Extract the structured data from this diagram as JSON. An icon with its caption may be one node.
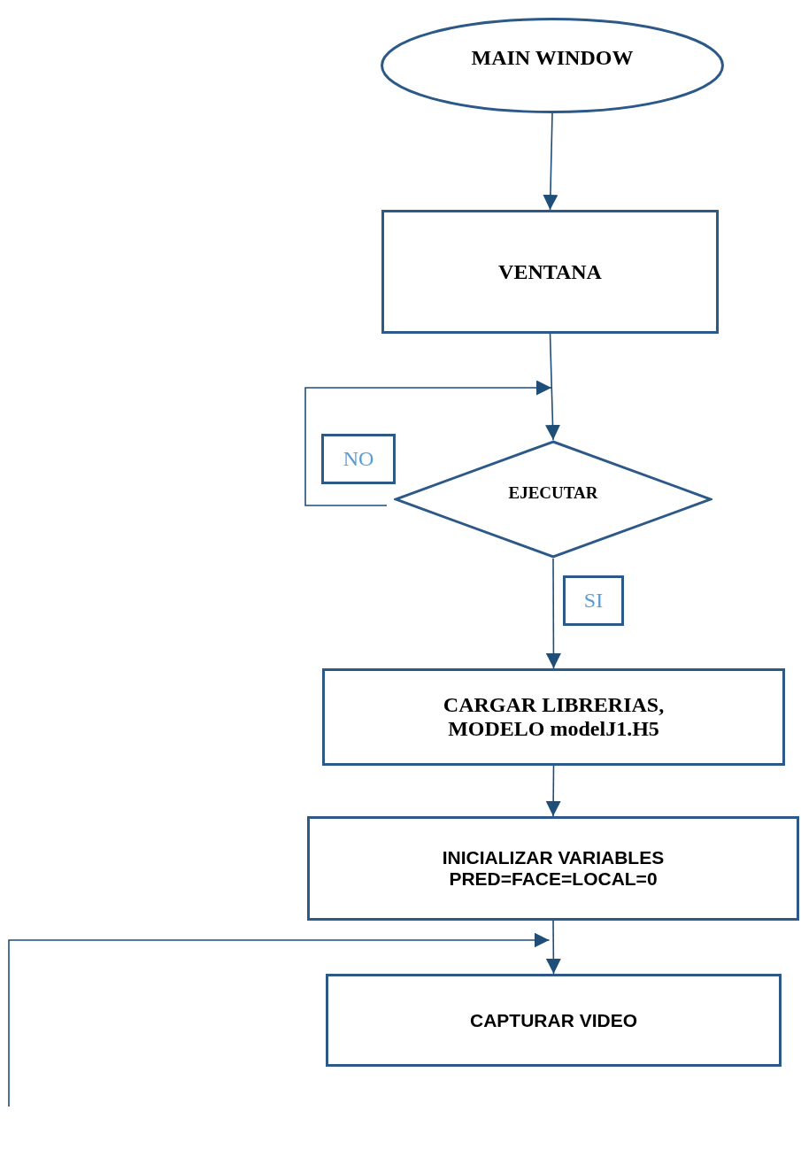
{
  "diagram": {
    "nodes": [
      {
        "text": [
          "MAIN WINDOW"
        ]
      },
      {
        "text": [
          "VENTANA"
        ]
      },
      {
        "text": [
          "EJECUTAR"
        ]
      },
      {
        "text": [
          "NO"
        ]
      },
      {
        "text": [
          "SI"
        ]
      },
      {
        "text": [
          "CARGAR LIBRERIAS, MODELO modelJ1.H5"
        ]
      },
      {
        "text": [
          "INICIALIZAR VARIABLES PRED=FACE=LOCAL=0"
        ]
      },
      {
        "text": [
          "CAPTURAR VIDEO"
        ]
      }
    ],
    "edges": [
      {
        "from": 0,
        "to": 1,
        "arrow": "to"
      },
      {
        "from": 1,
        "to": 2,
        "arrow": "to"
      },
      {
        "from": 2,
        "to": 2,
        "arrow": "to"
      },
      {
        "from": 2,
        "to": 5,
        "arrow": "to"
      },
      {
        "from": 5,
        "to": 6,
        "arrow": "to"
      },
      {
        "from": 6,
        "to": 7,
        "arrow": "to"
      },
      {
        "from": null,
        "to": 7,
        "arrow": "to"
      }
    ]
  }
}
